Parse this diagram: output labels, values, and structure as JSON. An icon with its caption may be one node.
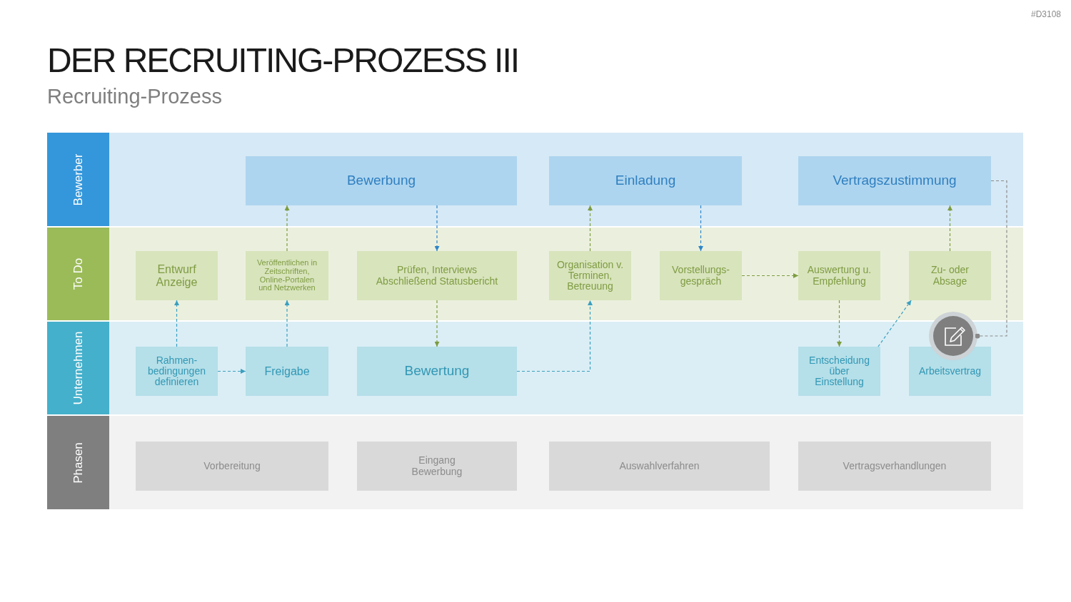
{
  "diagram": {
    "title": "DER RECRUITING-PROZESS III",
    "nodes": [
      {
        "text": [
          "Bewerber"
        ]
      },
      {
        "text": [
          "Bewerbung"
        ],
        "in": 0
      },
      {
        "text": [
          "Einladung"
        ],
        "in": 0
      },
      {
        "text": [
          "Vertragszustimmung"
        ],
        "in": 0
      },
      {
        "text": [
          "To Do"
        ]
      },
      {
        "text": [
          "Entwurf Anzeige"
        ],
        "in": 4
      },
      {
        "text": [
          "Veröffentlichen in Zeitschriften, Online-Portalen und Netzwerken"
        ],
        "in": 4
      },
      {
        "text": [
          "Prüfen, Interviews Abschließend Statusbericht"
        ],
        "in": 4
      },
      {
        "text": [
          "Organisation v. Terminen, Betreuung"
        ],
        "in": 4
      },
      {
        "text": [
          "Vorstellungs- gespräch"
        ],
        "in": 4
      },
      {
        "text": [
          "Auswertung u. Empfehlung"
        ],
        "in": 4
      },
      {
        "text": [
          "Zu- oder Absage"
        ],
        "in": 4
      },
      {
        "text": [
          "Unternehmen"
        ]
      },
      {
        "text": [
          "Rahmen- bedingungen definieren"
        ],
        "in": 12
      },
      {
        "text": [
          "Freigabe"
        ],
        "in": 12
      },
      {
        "text": [
          "Bewertung"
        ],
        "in": 12
      },
      {
        "text": [
          "Entscheidung über Einstellung"
        ],
        "in": 12
      },
      {
        "text": [
          "Arbeitsvertrag"
        ],
        "in": 12
      },
      {
        "text": [],
        "shape": "circle"
      },
      {
        "text": [
          "Phasen"
        ]
      },
      {
        "text": [
          "Vorbereitung"
        ],
        "in": 19
      },
      {
        "text": [
          "Eingang Bewerbung"
        ],
        "in": 19
      },
      {
        "text": [
          "Auswahlverfahren"
        ],
        "in": 19
      },
      {
        "text": [
          "Vertragsverhandlungen"
        ],
        "in": 19
      }
    ],
    "edges": [
      {
        "from": 13,
        "to": 5,
        "arrow": "to",
        "style": "dashed",
        "color": "#3a9fc0"
      },
      {
        "from": 13,
        "to": 14,
        "arrow": "to",
        "style": "dashed",
        "color": "#3a9fc0"
      },
      {
        "from": 14,
        "to": 6,
        "arrow": "to",
        "style": "dashed",
        "color": "#3a9fc0"
      },
      {
        "from": 6,
        "to": 1,
        "arrow": "to",
        "style": "dashed"
      },
      {
        "from": 1,
        "to": 7,
        "arrow": "to",
        "style": "dashed",
        "color": "#2e86c8"
      },
      {
        "from": 7,
        "to": 15,
        "arrow": "to",
        "style": "dashed"
      },
      {
        "from": 15,
        "to": 8,
        "arrow": "to",
        "style": "dashed",
        "color": "#3a9fc0"
      },
      {
        "from": 8,
        "to": 2,
        "arrow": "to",
        "style": "dashed"
      },
      {
        "from": 2,
        "to": 9,
        "arrow": "to",
        "style": "dashed",
        "color": "#2e86c8"
      },
      {
        "from": 9,
        "to": 10,
        "arrow": "to",
        "style": "dashed"
      },
      {
        "from": 10,
        "to": 16,
        "arrow": "to",
        "style": "dashed"
      },
      {
        "from": 16,
        "to": 11,
        "arrow": "to",
        "style": "dashed",
        "color": "#3a9fc0"
      },
      {
        "from": 11,
        "to": 3,
        "arrow": "to",
        "style": "dashed"
      },
      {
        "from": 3,
        "to": 18,
        "arrow": "other",
        "style": "dashed",
        "color": "#8a8a8a"
      }
    ],
    "labels": [
      "#D3108",
      "Recruiting-Prozess"
    ]
  }
}
